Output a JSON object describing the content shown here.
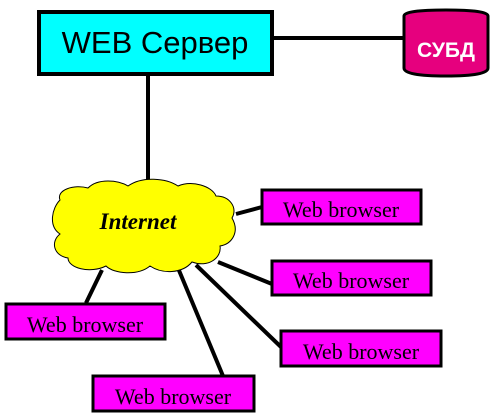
{
  "diagram": {
    "server": {
      "label": "WEB Сервер",
      "fill": "#00FFFF"
    },
    "database": {
      "label": "СУБД",
      "fill": "#E6007E"
    },
    "cloud": {
      "label": "Internet",
      "fill": "#FFFF00"
    },
    "browsers": [
      {
        "label": "Web browser"
      },
      {
        "label": "Web browser"
      },
      {
        "label": "Web browser"
      },
      {
        "label": "Web browser"
      },
      {
        "label": "Web browser"
      }
    ],
    "browser_fill": "#FF00FF",
    "line_color": "#000000"
  }
}
